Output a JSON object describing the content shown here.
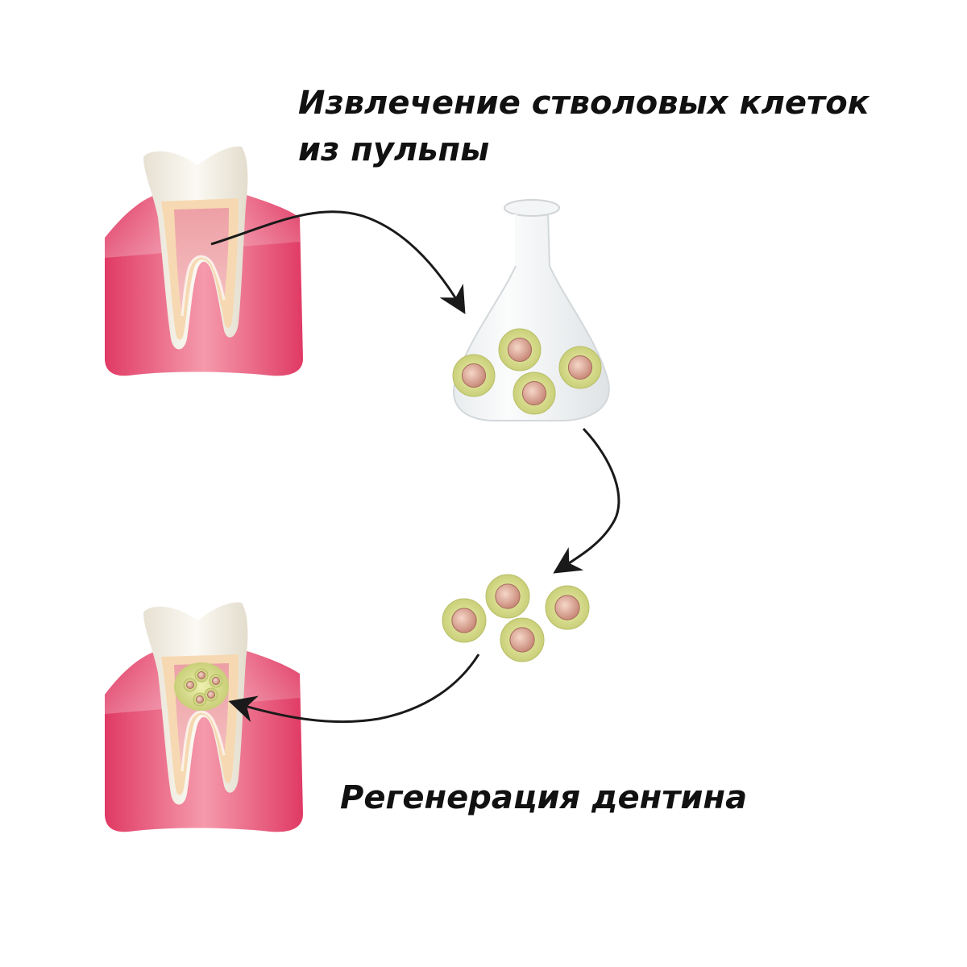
{
  "labels": {
    "extraction_line1": "Извлечение стволовых клеток",
    "extraction_line2": "из пульпы",
    "regeneration": "Регенерация дентина"
  },
  "colors": {
    "gum": "#e0456b",
    "enamel": "#f2efe6",
    "dentin": "#f6d9b2",
    "pulp": "#f0a6aa",
    "cell_outer": "#d7dc8c",
    "cell_nucleus": "#d8a090",
    "arrow": "#1a1a1a"
  }
}
